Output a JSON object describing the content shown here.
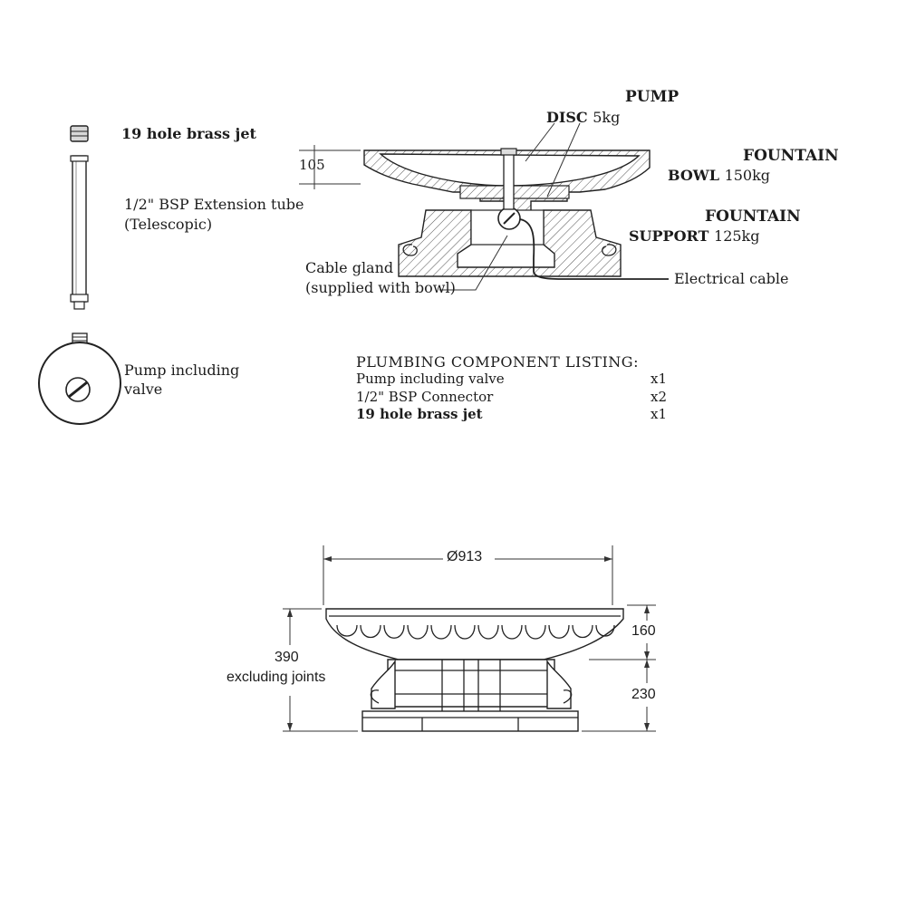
{
  "components": {
    "jet_label": "19 hole brass jet",
    "tube_label_line1": "1/2\" BSP Extension tube",
    "tube_label_line2": "(Telescopic)",
    "pump_label_line1": "Pump including",
    "pump_label_line2": "valve"
  },
  "section": {
    "pump_disc_line1": "PUMP",
    "pump_disc_line2": "DISC",
    "pump_disc_weight": "5kg",
    "bowl_line1": "FOUNTAIN",
    "bowl_line2": "BOWL",
    "bowl_weight": "150kg",
    "support_line1": "FOUNTAIN",
    "support_line2": "SUPPORT",
    "support_weight": "125kg",
    "cable_gland_line1": "Cable gland",
    "cable_gland_line2": "(supplied with bowl)",
    "electrical_cable": "Electrical cable",
    "dim_105": "105"
  },
  "listing": {
    "title": "PLUMBING COMPONENT LISTING:",
    "items": [
      {
        "name": "Pump including valve",
        "qty": "x1"
      },
      {
        "name": "1/2\" BSP Connector",
        "qty": "x2"
      },
      {
        "name": "19 hole brass jet",
        "qty": "x1"
      }
    ]
  },
  "elevation": {
    "diameter": "Ø913",
    "height_total": "390",
    "height_note": "excluding joints",
    "bowl_height": "160",
    "support_height": "230"
  }
}
